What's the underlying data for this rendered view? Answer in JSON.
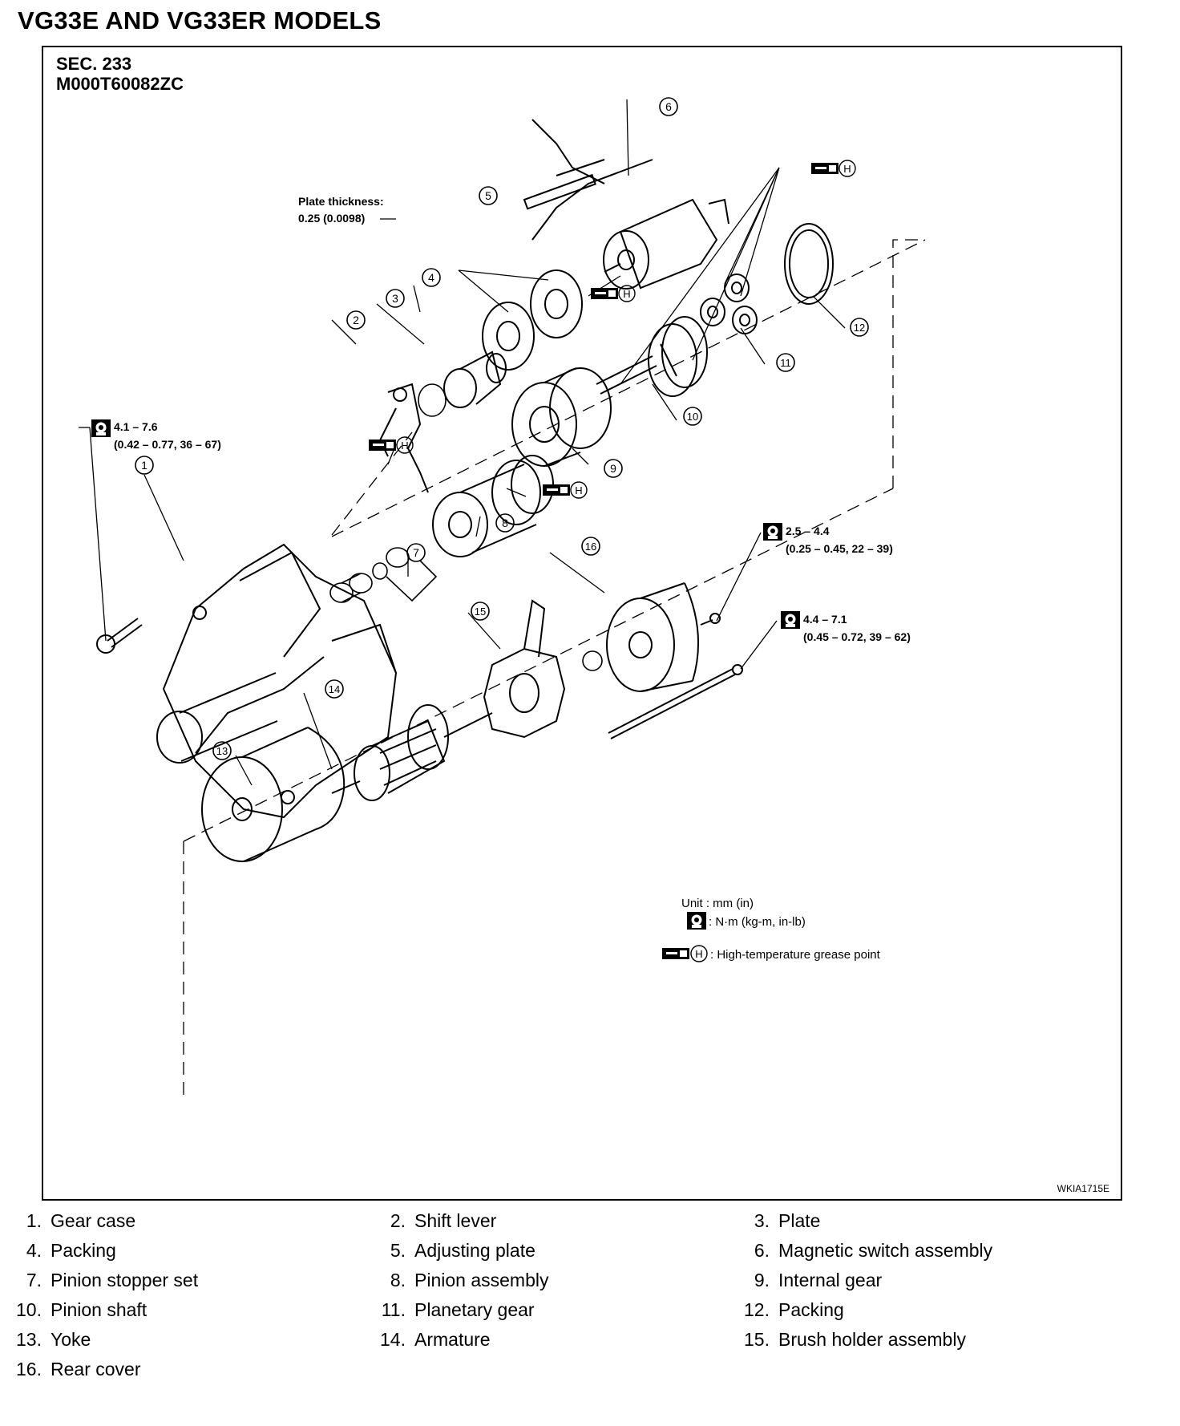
{
  "page_title": "VG33E AND VG33ER MODELS",
  "section": "SEC. 233",
  "diagram_code": "M000T60082ZC",
  "image_code": "WKIA1715E",
  "plate_thickness": {
    "label": "Plate thickness:",
    "value": "0.25 (0.0098)"
  },
  "torques": [
    {
      "line1": "4.1 – 7.6",
      "line2": "(0.42 – 0.77, 36 – 67)"
    },
    {
      "line1": "2.5 – 4.4",
      "line2": "(0.25 – 0.45, 22 – 39)"
    },
    {
      "line1": "4.4 – 7.1",
      "line2": "(0.45 – 0.72, 39 – 62)"
    }
  ],
  "grease_letter": "H",
  "callout_numbers": [
    "1",
    "2",
    "3",
    "4",
    "5",
    "6",
    "7",
    "8",
    "9",
    "10",
    "11",
    "12",
    "13",
    "14",
    "15",
    "16"
  ],
  "units_legend": {
    "unit": "Unit : mm (in)",
    "torque": ": N·m (kg-m, in-lb)",
    "grease": ": High-temperature grease point"
  },
  "parts": [
    {
      "num": "1.",
      "name": "Gear case"
    },
    {
      "num": "2.",
      "name": "Shift lever"
    },
    {
      "num": "3.",
      "name": "Plate"
    },
    {
      "num": "4.",
      "name": "Packing"
    },
    {
      "num": "5.",
      "name": "Adjusting plate"
    },
    {
      "num": "6.",
      "name": "Magnetic switch assembly"
    },
    {
      "num": "7.",
      "name": "Pinion stopper set"
    },
    {
      "num": "8.",
      "name": "Pinion assembly"
    },
    {
      "num": "9.",
      "name": "Internal gear"
    },
    {
      "num": "10.",
      "name": "Pinion shaft"
    },
    {
      "num": "11.",
      "name": "Planetary gear"
    },
    {
      "num": "12.",
      "name": "Packing"
    },
    {
      "num": "13.",
      "name": "Yoke"
    },
    {
      "num": "14.",
      "name": "Armature"
    },
    {
      "num": "15.",
      "name": "Brush holder assembly"
    },
    {
      "num": "16.",
      "name": "Rear cover"
    }
  ],
  "icons": {
    "torque": "torque-wrench-icon",
    "grease": "grease-gun-icon"
  }
}
